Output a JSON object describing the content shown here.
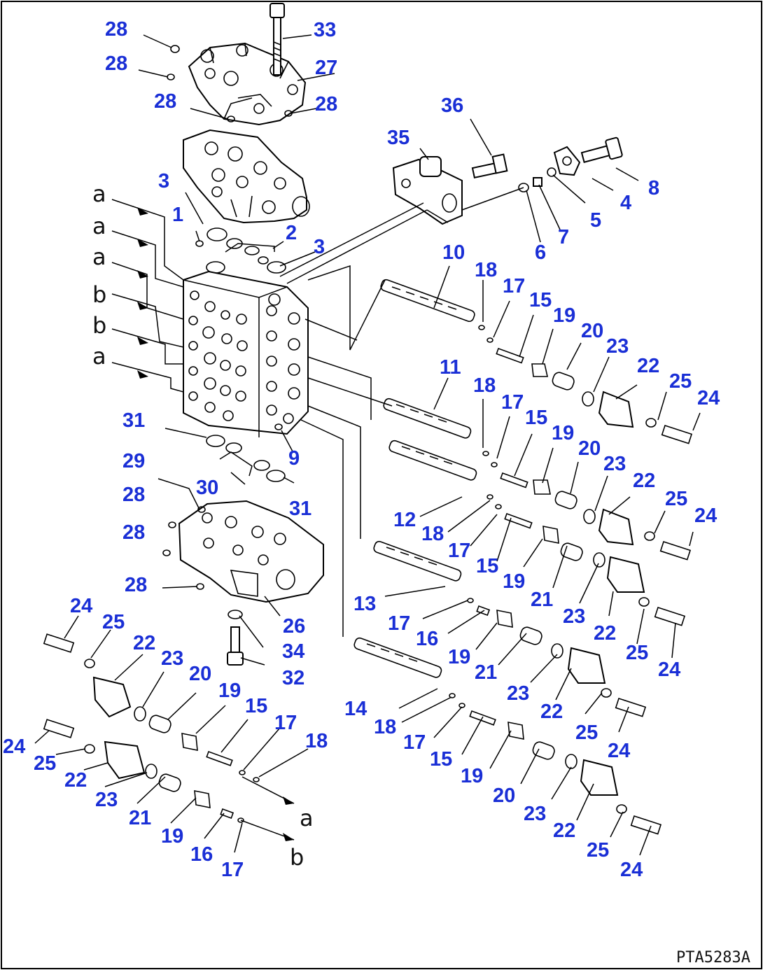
{
  "drawing_code": "PTA5283A",
  "callouts": [
    {
      "id": "c28a",
      "text": "28"
    },
    {
      "id": "c33",
      "text": "33"
    },
    {
      "id": "c28b",
      "text": "28"
    },
    {
      "id": "c27",
      "text": "27"
    },
    {
      "id": "c28c",
      "text": "28"
    },
    {
      "id": "c28d",
      "text": "28"
    },
    {
      "id": "c36",
      "text": "36"
    },
    {
      "id": "c35",
      "text": "35"
    },
    {
      "id": "c8",
      "text": "8"
    },
    {
      "id": "c3a",
      "text": "3"
    },
    {
      "id": "c4",
      "text": "4"
    },
    {
      "id": "c1",
      "text": "1"
    },
    {
      "id": "c5",
      "text": "5"
    },
    {
      "id": "c2",
      "text": "2"
    },
    {
      "id": "c7",
      "text": "7"
    },
    {
      "id": "c3b",
      "text": "3"
    },
    {
      "id": "c6",
      "text": "6"
    },
    {
      "id": "c10",
      "text": "10"
    },
    {
      "id": "c18a",
      "text": "18"
    },
    {
      "id": "c17a",
      "text": "17"
    },
    {
      "id": "c15a",
      "text": "15"
    },
    {
      "id": "c19a",
      "text": "19"
    },
    {
      "id": "c20a",
      "text": "20"
    },
    {
      "id": "c23a",
      "text": "23"
    },
    {
      "id": "c11",
      "text": "11"
    },
    {
      "id": "c22a",
      "text": "22"
    },
    {
      "id": "c25a",
      "text": "25"
    },
    {
      "id": "c24a",
      "text": "24"
    },
    {
      "id": "c18b",
      "text": "18"
    },
    {
      "id": "c17b",
      "text": "17"
    },
    {
      "id": "c15b",
      "text": "15"
    },
    {
      "id": "c31a",
      "text": "31"
    },
    {
      "id": "c19b",
      "text": "19"
    },
    {
      "id": "c9",
      "text": "9"
    },
    {
      "id": "c20b",
      "text": "20"
    },
    {
      "id": "c29",
      "text": "29"
    },
    {
      "id": "c23b",
      "text": "23"
    },
    {
      "id": "c22b",
      "text": "22"
    },
    {
      "id": "c30",
      "text": "30"
    },
    {
      "id": "c28e",
      "text": "28"
    },
    {
      "id": "c31b",
      "text": "31"
    },
    {
      "id": "c25b",
      "text": "25"
    },
    {
      "id": "c24b",
      "text": "24"
    },
    {
      "id": "c12",
      "text": "12"
    },
    {
      "id": "c18c",
      "text": "18"
    },
    {
      "id": "c28f",
      "text": "28"
    },
    {
      "id": "c17c",
      "text": "17"
    },
    {
      "id": "c15c",
      "text": "15"
    },
    {
      "id": "c19c",
      "text": "19"
    },
    {
      "id": "c28g",
      "text": "28"
    },
    {
      "id": "c21a",
      "text": "21"
    },
    {
      "id": "c13",
      "text": "13"
    },
    {
      "id": "c23c",
      "text": "23"
    },
    {
      "id": "c24c",
      "text": "24"
    },
    {
      "id": "c17d",
      "text": "17"
    },
    {
      "id": "c26",
      "text": "26"
    },
    {
      "id": "c16a",
      "text": "16"
    },
    {
      "id": "c22c",
      "text": "22"
    },
    {
      "id": "c25c",
      "text": "25"
    },
    {
      "id": "c25d",
      "text": "25"
    },
    {
      "id": "c22d",
      "text": "22"
    },
    {
      "id": "c34",
      "text": "34"
    },
    {
      "id": "c19d",
      "text": "19"
    },
    {
      "id": "c21b",
      "text": "21"
    },
    {
      "id": "c24d",
      "text": "24"
    },
    {
      "id": "c23d",
      "text": "23"
    },
    {
      "id": "c32",
      "text": "32"
    },
    {
      "id": "c23e",
      "text": "23"
    },
    {
      "id": "c20c",
      "text": "20"
    },
    {
      "id": "c22e",
      "text": "22"
    },
    {
      "id": "c19e",
      "text": "19"
    },
    {
      "id": "c15d",
      "text": "15"
    },
    {
      "id": "c25e",
      "text": "25"
    },
    {
      "id": "c14",
      "text": "14"
    },
    {
      "id": "c17e",
      "text": "17"
    },
    {
      "id": "c18d",
      "text": "18"
    },
    {
      "id": "c24e",
      "text": "24"
    },
    {
      "id": "c18e",
      "text": "18"
    },
    {
      "id": "c17f",
      "text": "17"
    },
    {
      "id": "c24f",
      "text": "24"
    },
    {
      "id": "c25f",
      "text": "25"
    },
    {
      "id": "c22f",
      "text": "22"
    },
    {
      "id": "c15e",
      "text": "15"
    },
    {
      "id": "c23f",
      "text": "23"
    },
    {
      "id": "c19f",
      "text": "19"
    },
    {
      "id": "c20d",
      "text": "20"
    },
    {
      "id": "c23g",
      "text": "23"
    },
    {
      "id": "c21c",
      "text": "21"
    },
    {
      "id": "c22g",
      "text": "22"
    },
    {
      "id": "c19g",
      "text": "19"
    },
    {
      "id": "c16b",
      "text": "16"
    },
    {
      "id": "c25g",
      "text": "25"
    },
    {
      "id": "c17g",
      "text": "17"
    },
    {
      "id": "c24g",
      "text": "24"
    }
  ],
  "refs": [
    {
      "id": "r1",
      "text": "a"
    },
    {
      "id": "r2",
      "text": "a"
    },
    {
      "id": "r3",
      "text": "a"
    },
    {
      "id": "r4",
      "text": "b"
    },
    {
      "id": "r5",
      "text": "b"
    },
    {
      "id": "r6",
      "text": "a"
    },
    {
      "id": "r7",
      "text": "a"
    },
    {
      "id": "r8",
      "text": "b"
    }
  ]
}
